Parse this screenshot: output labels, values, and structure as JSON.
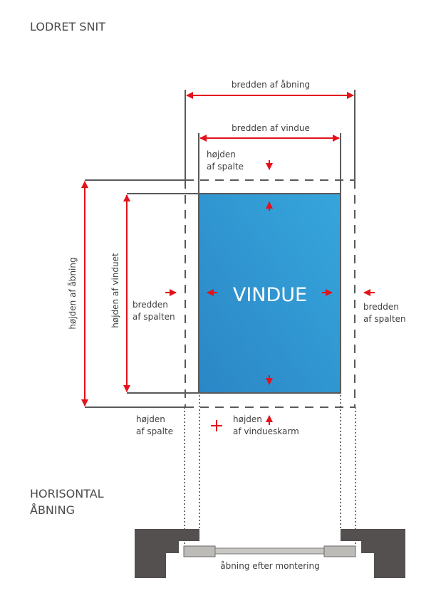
{
  "headings": {
    "vertical": "LODRET SNIT",
    "horizontal_line1": "HORISONTAL",
    "horizontal_line2": "ÅBNING"
  },
  "labels": {
    "opening_width": "bredden af åbning",
    "window_width": "bredden af vindue",
    "gap_height_top_1": "højden",
    "gap_height_top_2": "af spalte",
    "opening_height": "højden af åbning",
    "window_height": "højden af vinduet",
    "gap_width_left_1": "bredden",
    "gap_width_left_2": "af spalten",
    "gap_width_right_1": "bredden",
    "gap_width_right_2": "af spalten",
    "window": "VINDUE",
    "gap_height_bottom_1": "højden",
    "gap_height_bottom_2": "af spalte",
    "sill_height_1": "højden",
    "sill_height_2": "af vindueskarm",
    "opening_after_mounting": "åbning efter montering"
  },
  "colors": {
    "window": "#2f8fcc",
    "arrow": "#e3121b",
    "wall": "#545050",
    "frame": "#bdbbb7"
  }
}
